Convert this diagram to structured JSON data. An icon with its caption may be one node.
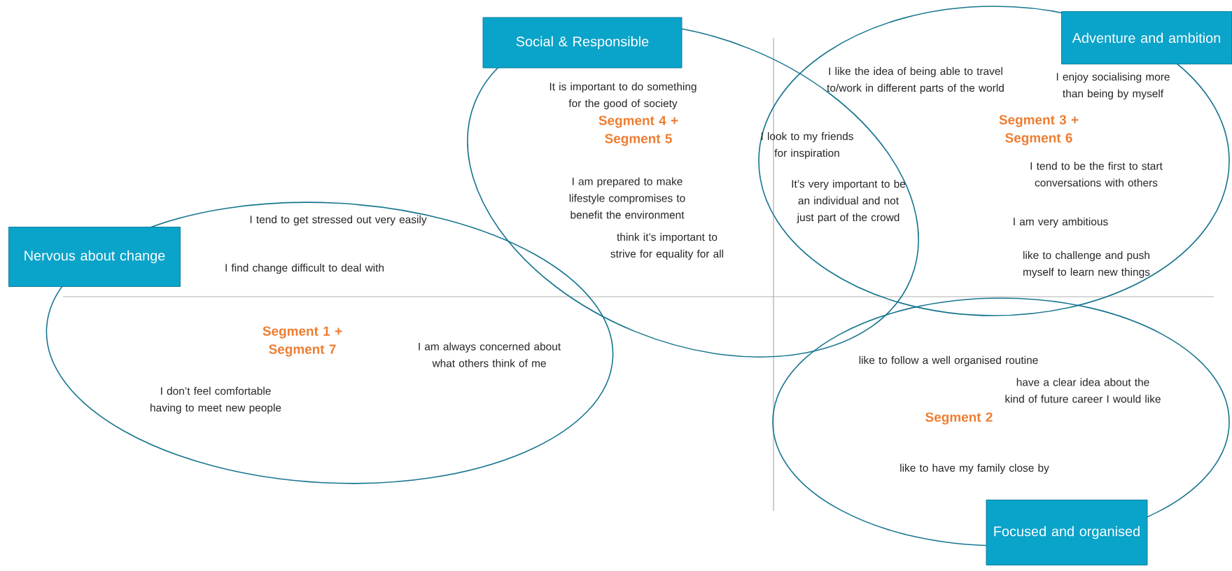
{
  "diagram": {
    "nodes": [
      {
        "text": [
          "I tend to get stressed out very easily",
          "I find change difficult to deal with",
          "Segment 1 + Segment 7",
          "I am always concerned about what others think of me",
          "I don’t feel comfortable having to meet new people"
        ]
      },
      {
        "text": [
          "It is important to do something for the good of society",
          "Segment 4 + Segment 5",
          "I am prepared to make lifestyle compromises to benefit the environment",
          "think it’s important to strive for equality for all"
        ]
      },
      {
        "text": [
          "I like the idea of being able to travel to/work in different parts of the world",
          "I enjoy socialising more than being by myself",
          "Segment 3 + Segment 6",
          "I look to my friends for inspiration",
          "I tend to be the first to start conversations with others",
          "It’s very important to be an individual and not just part of the crowd",
          "I am very ambitious",
          "like to challenge and push myself to learn new things"
        ]
      },
      {
        "text": [
          "like to follow a well organised routine",
          "have a clear idea about the kind of future career I would like",
          "Segment 2",
          "like to have my family close by"
        ]
      },
      {
        "text": [
          "Nervous about change"
        ]
      },
      {
        "text": [
          "Social & Responsible"
        ]
      },
      {
        "text": [
          "Adventure and ambition"
        ]
      },
      {
        "text": [
          "Focused and organised"
        ]
      }
    ]
  }
}
